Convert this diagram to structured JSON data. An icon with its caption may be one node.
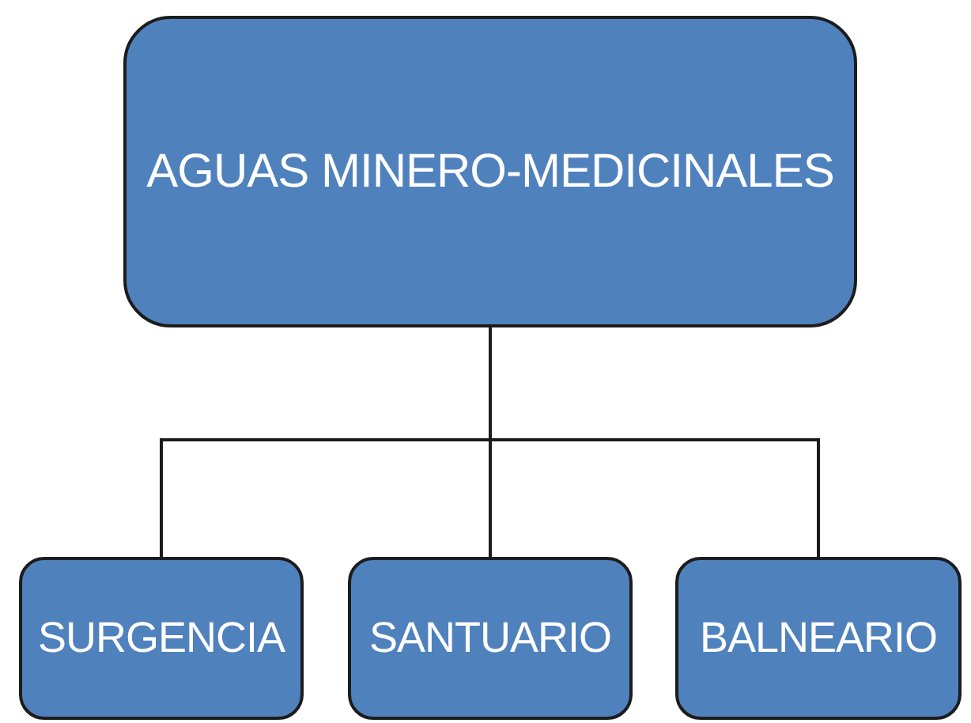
{
  "diagram": {
    "nodes": [
      {
        "text": [
          "AGUAS MINERO-MEDICINALES"
        ]
      },
      {
        "text": [
          "SURGENCIA"
        ]
      },
      {
        "text": [
          "SANTUARIO"
        ]
      },
      {
        "text": [
          "BALNEARIO"
        ]
      }
    ],
    "edges": [
      {
        "from": 0,
        "to": 1,
        "arrow": "none"
      },
      {
        "from": 0,
        "to": 2,
        "arrow": "none"
      },
      {
        "from": 0,
        "to": 3,
        "arrow": "none"
      }
    ]
  }
}
